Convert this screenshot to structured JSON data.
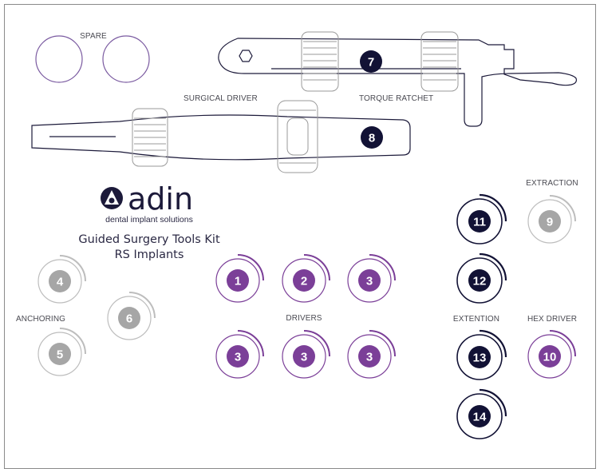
{
  "labels": {
    "spare": "SPARE",
    "surgical_driver": "SURGICAL DRIVER",
    "torque_ratchet": "TORQUE  RATCHET",
    "extraction": "EXTRACTION",
    "anchoring": "ANCHORING",
    "drivers": "DRIVERS",
    "extention": "EXTENTION",
    "hex_driver": "HEX DRIVER"
  },
  "logo": {
    "word": "adin",
    "tagline": "dental implant solutions"
  },
  "kit": {
    "title": "Guided Surgery Tools Kit",
    "subtitle": "RS Implants"
  },
  "colors": {
    "navy": "#121235",
    "purple": "#7b3f98",
    "gray": "#a6a6a6",
    "light_gray": "#bdbdbd",
    "outline": "#7a5aa0"
  },
  "slots": {
    "ratchet": "7",
    "driver": "8",
    "extraction": "9",
    "hex_driver": "10",
    "extention_1": "11",
    "extention_2": "12",
    "extention_3": "13",
    "extention_4": "14",
    "anchoring_1": "4",
    "anchoring_2": "5",
    "anchoring_3": "6",
    "drivers_1": "1",
    "drivers_2": "2",
    "drivers_3": "3",
    "drivers_4": "3",
    "drivers_5": "3",
    "drivers_6": "3"
  }
}
